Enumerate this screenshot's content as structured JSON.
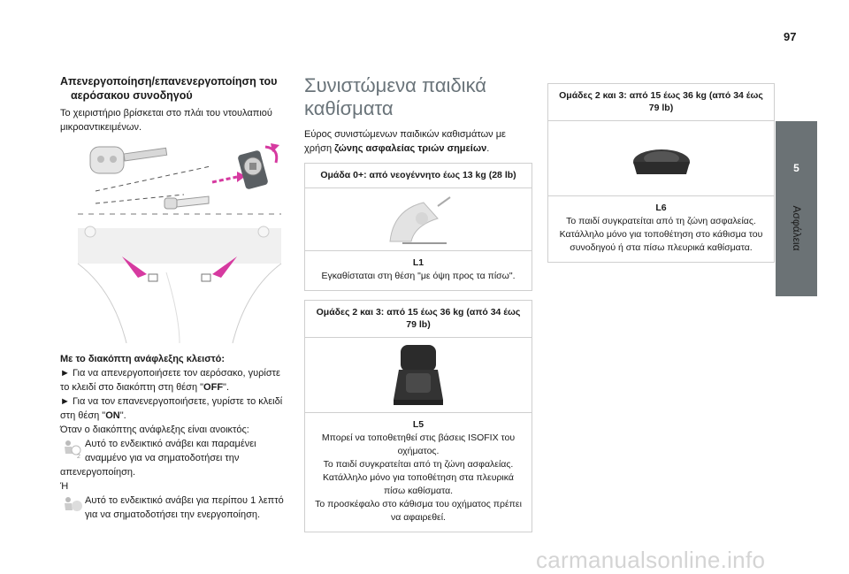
{
  "page": {
    "number": "97"
  },
  "side_tab": {
    "number": "5",
    "label": "Ασφάλεια"
  },
  "left_column": {
    "heading_line1": "Απενεργοποίηση/επανενεργοποίηση του",
    "heading_line2": "αερόσακου συνοδηγού",
    "intro": "Το χειριστήριο βρίσκεται στο πλάι του ντουλαπιού μικροαντικειμένων.",
    "instruction_title": "Με το διακόπτη ανάφλεξης κλειστό:",
    "bullet1_pre": "Για να απενεργοποιήσετε τον αερόσακο, γυρίστε το κλειδί στο διακόπτη στη θέση \"",
    "bullet1_bold": "OFF",
    "bullet1_post": "\".",
    "bullet2_pre": "Για να τον επανενεργοποιήσετε, γυρίστε το κλειδί στη θέση \"",
    "bullet2_bold": "ON",
    "bullet2_post": "\".",
    "when_on": "Όταν ο διακόπτης ανάφλεξης είναι ανοικτός:",
    "note1_a": "Αυτό το ενδεικτικό ανάβει και παραμένει",
    "note1_b": "αναμμένο για να σηματοδοτήσει την",
    "note1_c": "απενεργοποίηση.",
    "or": "Ή",
    "note2_a": "Αυτό το ενδεικτικό ανάβει για περίπου 1 λεπτό",
    "note2_b": "για να σηματοδοτήσει την ενεργοποίηση.",
    "bullet_glyph": "►"
  },
  "middle_column": {
    "heading_line1": "Συνιστώμενα παιδικά",
    "heading_line2": "καθίσματα",
    "intro_plain": "Εύρος συνιστώμενων παιδικών καθισμάτων με χρήση",
    "intro_bold": "ζώνης ασφαλείας τριών σημείων",
    "intro_end": ".",
    "box1": {
      "header": "Ομάδα 0+: από νεογέννητο έως 13 kg (28 lb)",
      "code": "L1",
      "text": "Εγκαθίσταται στη θέση \"με όψη προς τα πίσω\"."
    },
    "box2": {
      "header": "Ομάδες 2 και 3: από 15 έως 36 kg (από 34 έως 79 lb)",
      "code": "L5",
      "lines": [
        "Μπορεί να τοποθετηθεί στις βάσεις ISOFIX του οχήματος.",
        "Το παιδί συγκρατείται από τη ζώνη ασφαλείας.",
        "Κατάλληλο μόνο για τοποθέτηση στα πλευρικά πίσω καθίσματα.",
        "Το προσκέφαλο στο κάθισμα του οχήματος πρέπει να αφαιρεθεί."
      ]
    }
  },
  "right_column": {
    "box3": {
      "header": "Ομάδες 2 και 3: από 15 έως 36 kg (από 34 έως 79 lb)",
      "code": "L6",
      "lines": [
        "Το παιδί συγκρατείται από τη ζώνη ασφαλείας.",
        "Κατάλληλο μόνο για τοποθέτηση στο κάθισμα του συνοδηγού ή στα πίσω πλευρικά καθίσματα."
      ]
    }
  },
  "watermark": "carmanualsonline.info",
  "colors": {
    "side_tab": "#6b7275",
    "accent_magenta": "#d63aa0",
    "heading_grey": "#6a747a"
  }
}
